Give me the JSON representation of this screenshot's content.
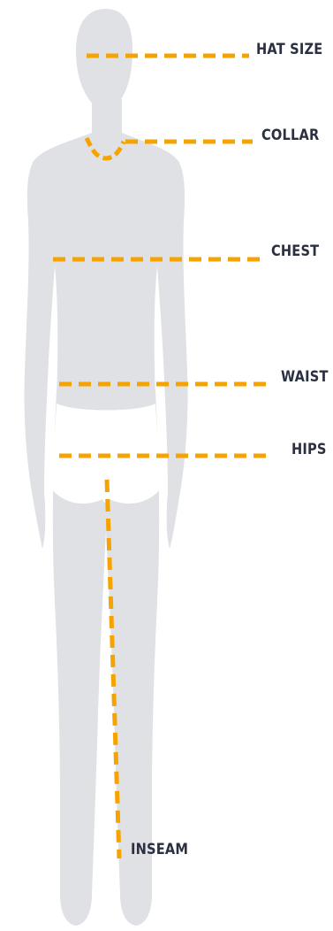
{
  "labels": {
    "hat_size": "HAT SIZE",
    "collar": "COLLAR",
    "chest": "CHEST",
    "waist": "WAIST",
    "hips": "HIPS",
    "inseam": "INSEAM"
  },
  "colors": {
    "silhouette": "#dfe1e5",
    "underwear": "#ffffff",
    "measure_line": "#f5a300",
    "label_text": "#2b3040"
  }
}
